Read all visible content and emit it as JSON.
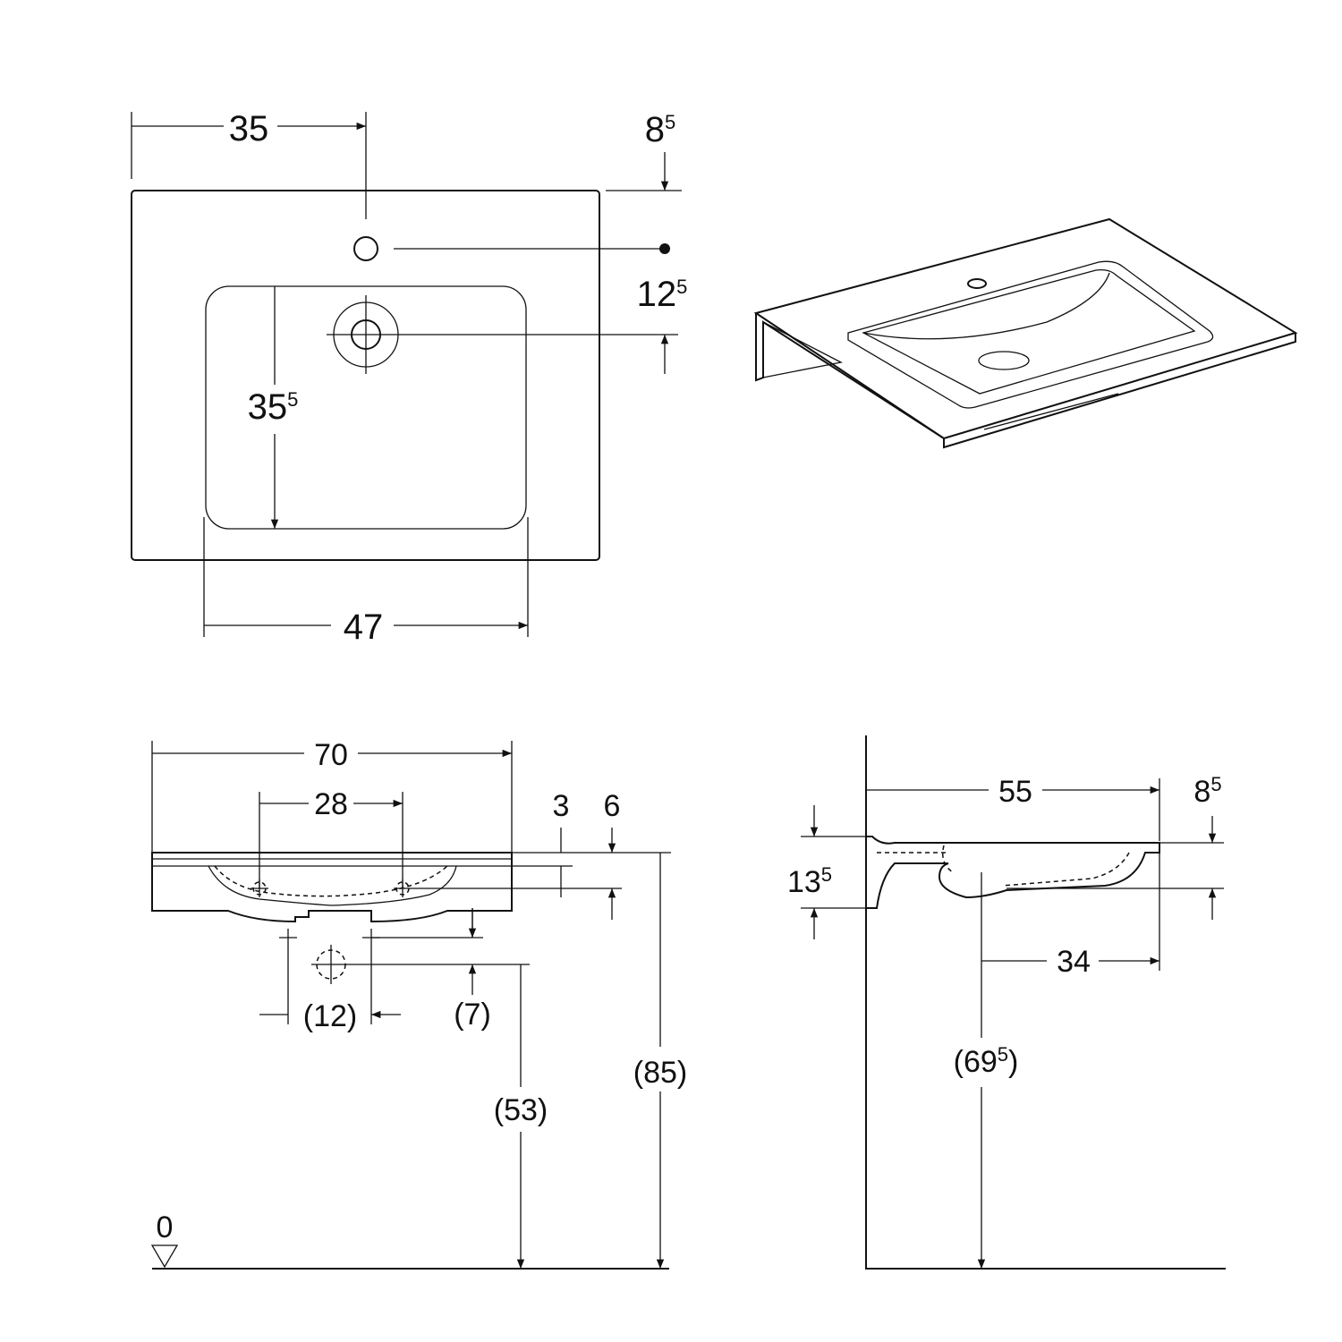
{
  "top_view": {
    "width_to_tap": "35",
    "back_offset": {
      "main": "8",
      "sup": "5"
    },
    "tap_to_drain": {
      "main": "12",
      "sup": "5"
    },
    "basin_depth": {
      "main": "35",
      "sup": "5"
    },
    "basin_width": "47"
  },
  "front_view": {
    "overall_width": "70",
    "bracket_spacing": "28",
    "rim_3": "3",
    "rim_6": "6",
    "waste_spacing": "(12)",
    "waste_offset": "(7)",
    "waste_height": "(53)",
    "rim_height": "(85)",
    "floor_level": "0"
  },
  "side_view": {
    "depth": "55",
    "front_offset": {
      "main": "8",
      "sup": "5"
    },
    "thickness": {
      "main": "13",
      "sup": "5"
    },
    "drain_from_front": "34",
    "underside_height": {
      "main": "(69",
      "sup": "5",
      "tail": ")"
    }
  }
}
